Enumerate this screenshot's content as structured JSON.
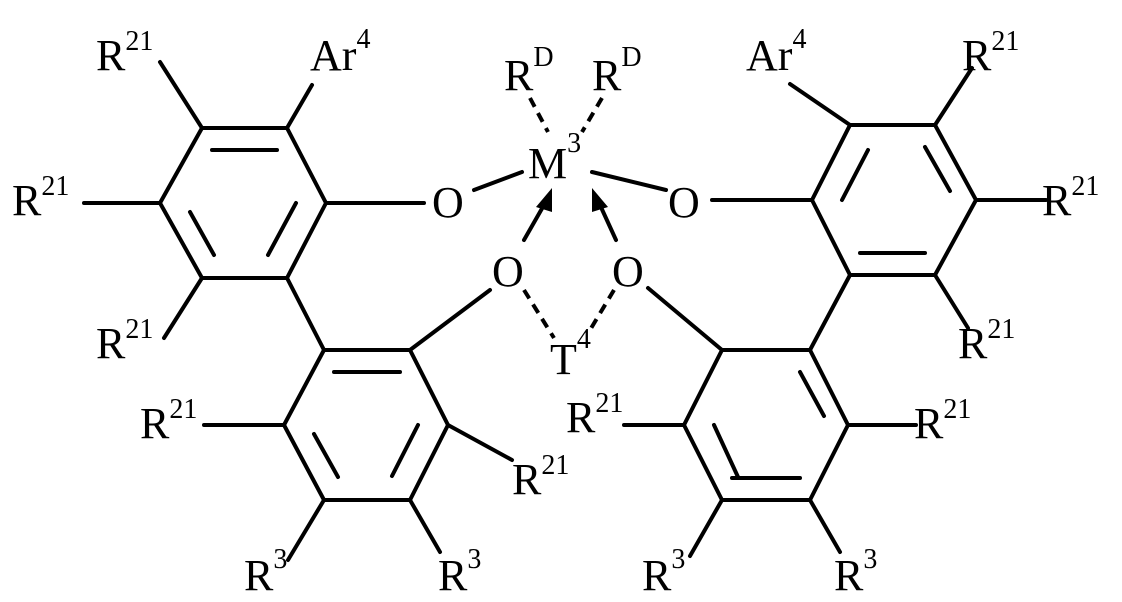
{
  "labels": {
    "r21": "R",
    "r21_sup": "21",
    "ar": "Ar",
    "ar_sup": "4",
    "rd": "R",
    "rd_sup": "D",
    "metal": "M",
    "metal_sup": "3",
    "oxygen": "O",
    "bridge": "T",
    "bridge_sup": "4",
    "r3": "R",
    "r3_sup": "3"
  }
}
